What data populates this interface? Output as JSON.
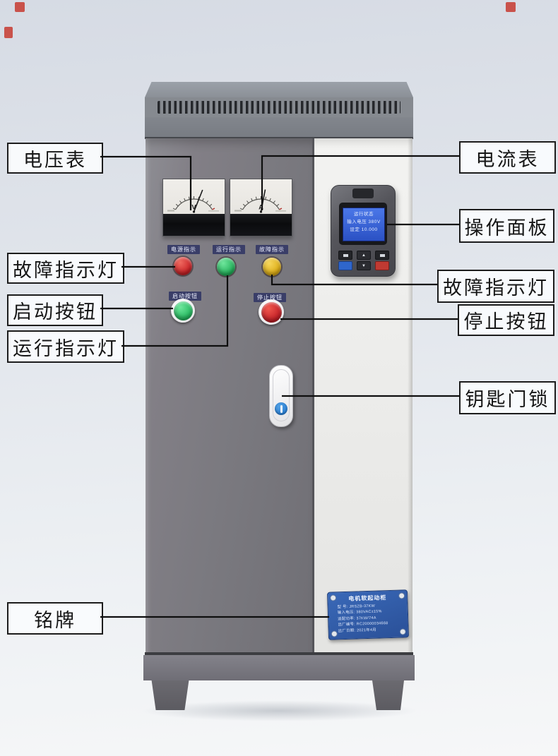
{
  "callouts": {
    "voltmeter": "电压表",
    "ammeter": "电流表",
    "operation_panel": "操作面板",
    "fault_indicator_left": "故障指示灯",
    "fault_indicator_right": "故障指示灯",
    "start_button": "启动按钮",
    "stop_button": "停止按钮",
    "run_indicator": "运行指示灯",
    "key_door_lock": "钥匙门锁",
    "nameplate": "铭牌"
  },
  "cabinet": {
    "voltmeter_unit": "V",
    "ammeter_unit": "A",
    "indicator_tags": [
      {
        "label": "电源指示",
        "light_color": "#c81f24"
      },
      {
        "label": "运行指示",
        "light_color": "#1fae57"
      },
      {
        "label": "故障指示",
        "light_color": "#dcab12"
      }
    ],
    "button_tags": [
      {
        "label": "启动按钮",
        "button_color": "#22b75d"
      },
      {
        "label": "停止按钮",
        "button_color": "#c01c24"
      }
    ],
    "panel_screen_lines": [
      "运行状态",
      "输入电压 380V",
      "设定 10.000"
    ],
    "nameplate": {
      "title": "电机软起动柜",
      "rows": [
        "型 号: JRSZB-37KW",
        "输入电压: 380VAC±15%",
        "适配功率: 37KW/74A",
        "出厂编号: RC20000034668",
        "出厂日期: 2021年4月"
      ]
    },
    "colors": {
      "door": "#7a797f",
      "side_panel": "#ededeb",
      "nameplate_bg": "#2f5cab",
      "lcd_bg": "#2e56c6",
      "callout_border": "#1c1c1c"
    }
  }
}
